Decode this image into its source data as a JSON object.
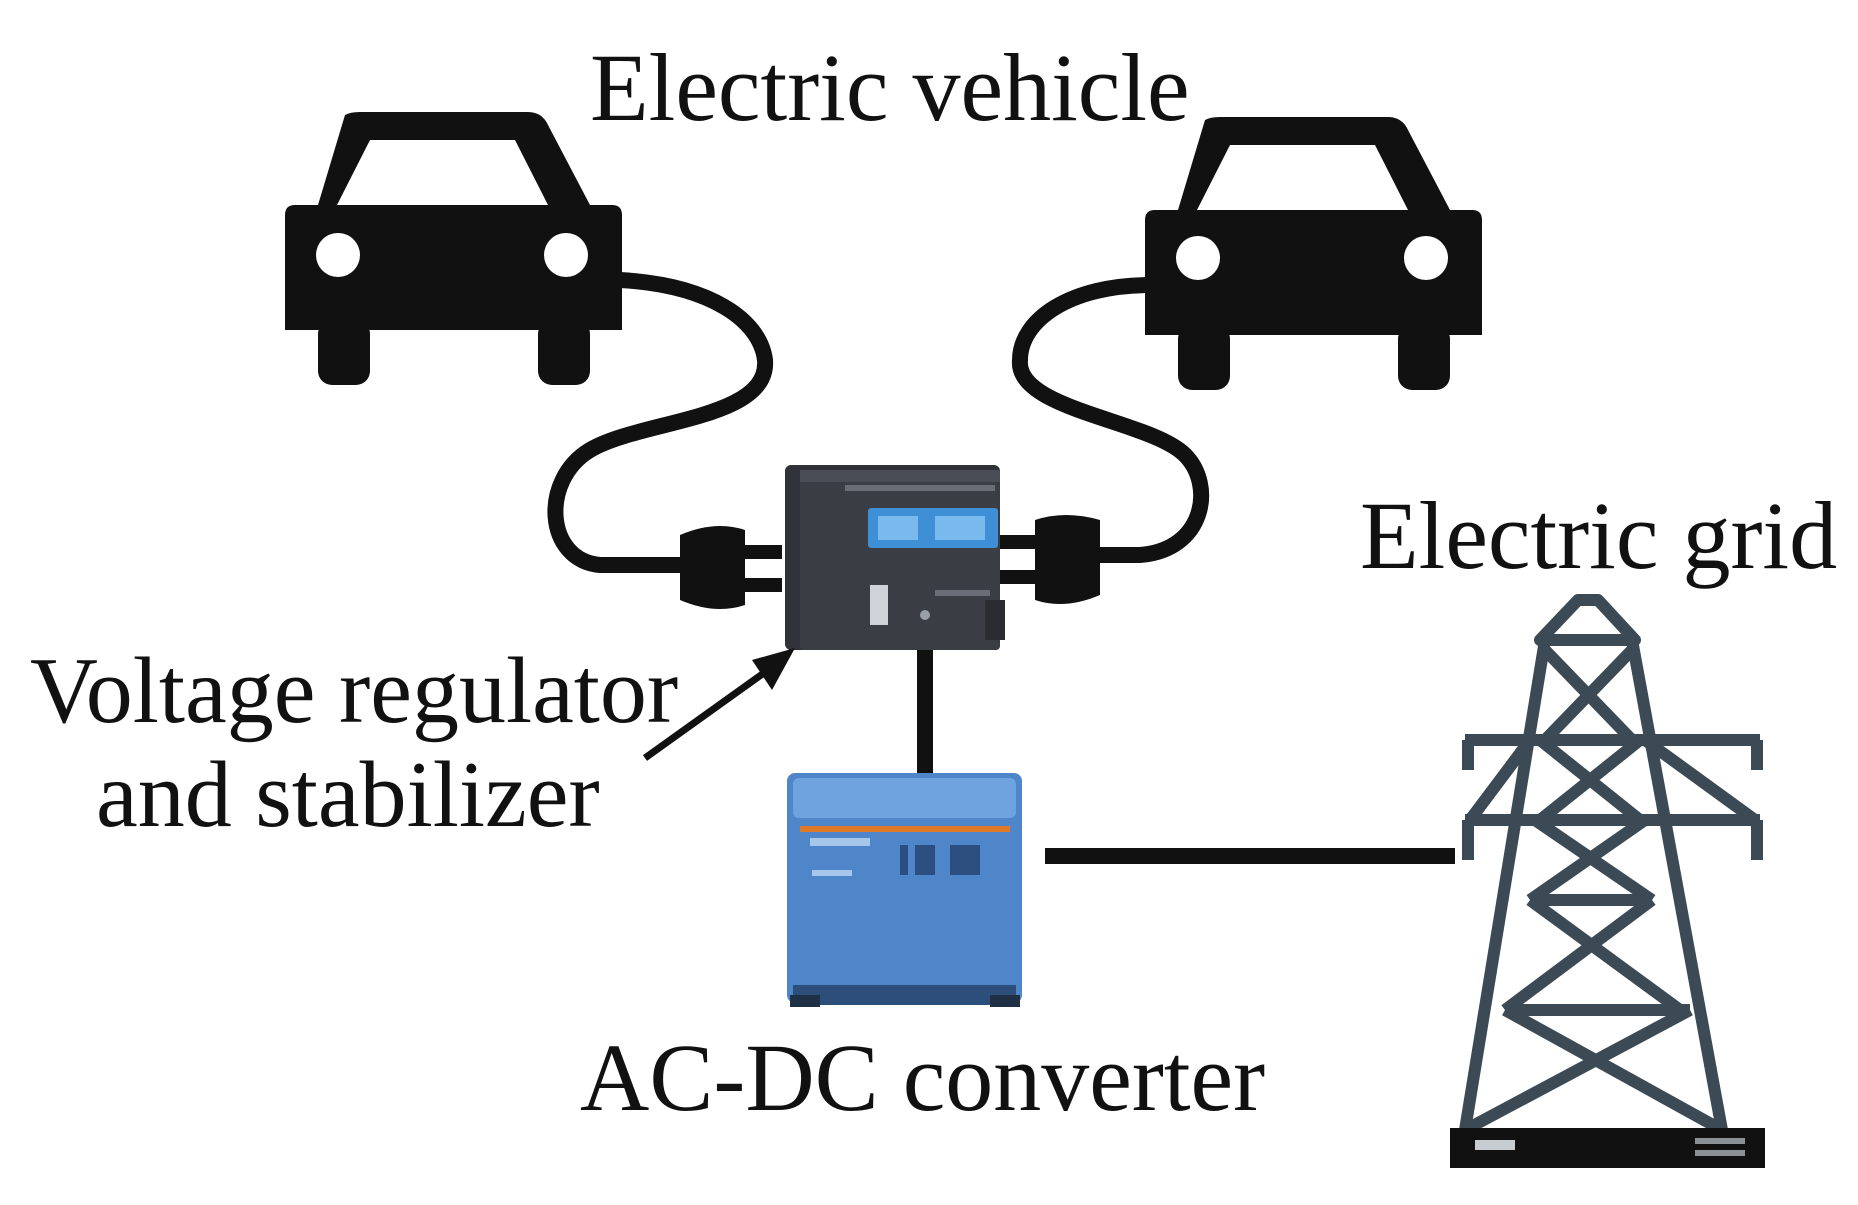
{
  "labels": {
    "electric_vehicle": "Electric vehicle",
    "electric_grid": "Electric grid",
    "voltage_regulator_line1": "Voltage regulator",
    "voltage_regulator_line2": "and stabilizer",
    "ac_dc_converter": "AC-DC converter"
  },
  "icons": {
    "vehicles": [
      "car-icon",
      "car-icon"
    ],
    "plugs": [
      "plug-icon",
      "plug-icon"
    ],
    "regulator": "voltage-regulator-device",
    "converter": "ac-dc-converter-device",
    "grid": "transmission-tower-icon"
  },
  "colors": {
    "ink": "#111111",
    "regulator_body": "#3a3d44",
    "regulator_display": "#3f8fd6",
    "converter_body": "#5a92d6",
    "tower_steel": "#3b4a55"
  }
}
